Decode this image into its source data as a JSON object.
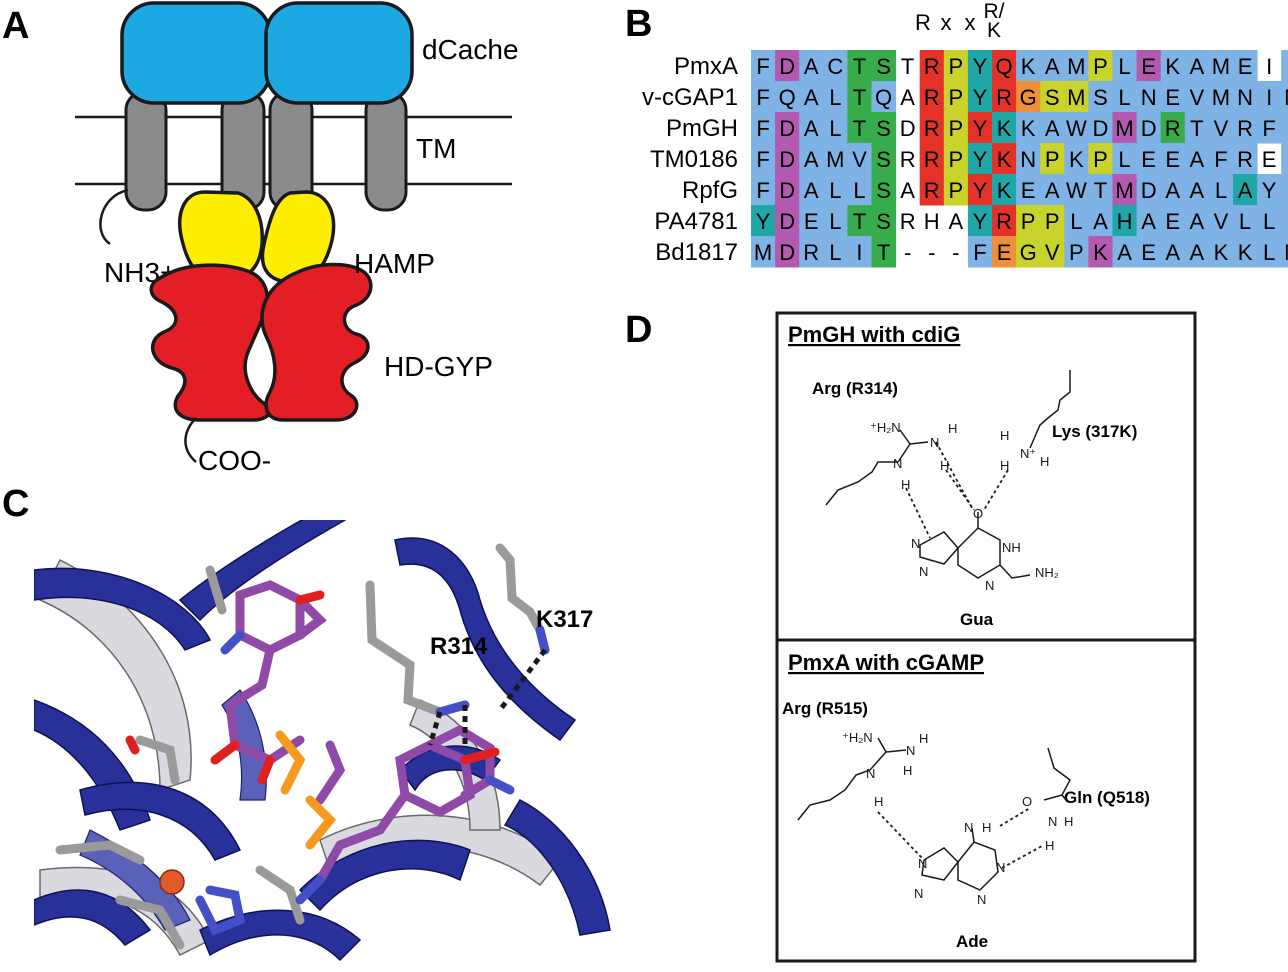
{
  "panels": {
    "a": {
      "letter": "A",
      "domains": [
        "dCache",
        "TM",
        "HAMP",
        "HD-GYP"
      ],
      "n_terminus": "NH3+",
      "c_terminus": "COO-"
    },
    "b": {
      "letter": "B",
      "motif_header": [
        "R",
        "x",
        "x",
        "R/K"
      ],
      "names": [
        "PmxA",
        "v-cGAP1",
        "PmGH",
        "TM0186",
        "RpfG",
        "PA4781",
        "Bd1817"
      ],
      "sequences": [
        "FDACTSTRPYQKAMPLEKAMEIL",
        "FQALTQARPYRGSMSLNEVMNIM",
        "FDALTSDRPYKKAWDMDRTVRFF",
        "FDAMVSRRPYKNPKPLEEAFREI",
        "FDALLSARPYKEAWTMDAALAYL",
        "YDELTSRHAYRPPLAHAEAVLLI",
        "MDRLIT---FEGVPKAEAAKKLM"
      ],
      "colors": {
        "blue": "#7fb2e5",
        "purple": "#b35ab0",
        "green": "#36ad4a",
        "red": "#e43229",
        "yellow": "#c9d32b",
        "cyan": "#1fa6a6",
        "orange": "#ef8f3a"
      }
    },
    "c": {
      "letter": "C",
      "residues": [
        "R314",
        "K317"
      ]
    },
    "d": {
      "letter": "D",
      "top": {
        "title": "PmGH with cdiG",
        "arg": "Arg (R314)",
        "lys": "Lys (317K)",
        "base": "Gua"
      },
      "bottom": {
        "title": "PmxA with cGAMP",
        "arg": "Arg (R515)",
        "gln": "Gln (Q518)",
        "base": "Ade"
      }
    }
  }
}
